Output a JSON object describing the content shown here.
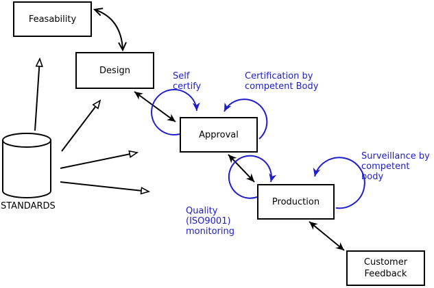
{
  "diagram": {
    "nodes": {
      "feasability": "Feasability",
      "design": "Design",
      "approval": "Approval",
      "production": "Production",
      "customer_feedback": "Customer\nFeedback",
      "standards": "STANDARDS"
    },
    "annotations": {
      "self_certify": "Self\ncertify",
      "certification": "Certification by\ncompetent Body",
      "surveillance": "Surveillance by\ncompetent body",
      "quality_monitoring": "Quality\n(ISO9001)\nmonitoring"
    },
    "colors": {
      "line": "#000000",
      "annotation": "#1d1dcd",
      "background": "#ffffff"
    }
  }
}
